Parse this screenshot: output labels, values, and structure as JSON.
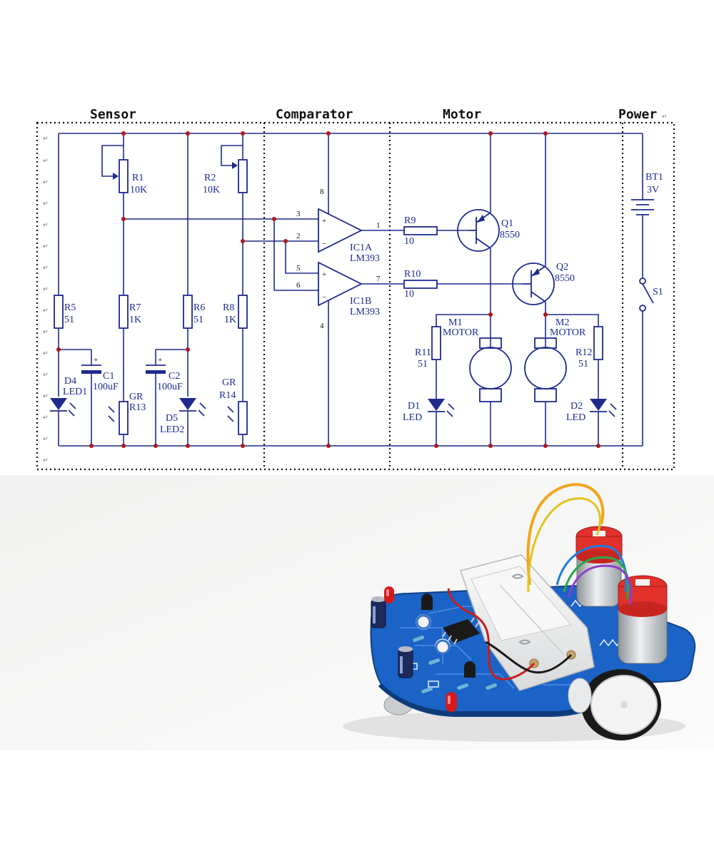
{
  "sections": {
    "sensor": "Sensor",
    "comparator": "Comparator",
    "motor": "Motor",
    "power": "Power"
  },
  "return_mark": "↵",
  "components": {
    "r1": {
      "ref": "R1",
      "value": "10K"
    },
    "r2": {
      "ref": "R2",
      "value": "10K"
    },
    "r5": {
      "ref": "R5",
      "value": "51"
    },
    "r6": {
      "ref": "R6",
      "value": "51"
    },
    "r7": {
      "ref": "R7",
      "value": "1K"
    },
    "r8": {
      "ref": "R8",
      "value": "1K"
    },
    "r9": {
      "ref": "R9",
      "value": "10"
    },
    "r10": {
      "ref": "R10",
      "value": "10"
    },
    "r11": {
      "ref": "R11",
      "value": "51"
    },
    "r12": {
      "ref": "R12",
      "value": "51"
    },
    "c1": {
      "ref": "C1",
      "value": "100uF"
    },
    "c2": {
      "ref": "C2",
      "value": "100uF"
    },
    "r13": {
      "ref": "R13",
      "type": "GR"
    },
    "r14": {
      "ref": "R14",
      "type": "GR"
    },
    "d4": {
      "ref": "D4",
      "value": "LED1"
    },
    "d5": {
      "ref": "D5",
      "value": "LED2"
    },
    "d1": {
      "ref": "D1",
      "value": "LED"
    },
    "d2": {
      "ref": "D2",
      "value": "LED"
    },
    "ic1a": {
      "ref": "IC1A",
      "value": "LM393"
    },
    "ic1b": {
      "ref": "IC1B",
      "value": "LM393"
    },
    "q1": {
      "ref": "Q1",
      "value": "8550"
    },
    "q2": {
      "ref": "Q2",
      "value": "8550"
    },
    "m1": {
      "ref": "M1",
      "value": "MOTOR"
    },
    "m2": {
      "ref": "M2",
      "value": "MOTOR"
    },
    "bt1": {
      "ref": "BT1",
      "value": "3V"
    },
    "s1": {
      "ref": "S1"
    }
  },
  "pins": {
    "p1": "1",
    "p2": "2",
    "p3": "3",
    "p4": "4",
    "p5": "5",
    "p6": "6",
    "p7": "7",
    "p8": "8",
    "plus": "+",
    "minus": "−",
    "cap_plus": "+"
  },
  "colors": {
    "wire": "#1e2a8c",
    "junction": "#b01818",
    "pcb": "#1b63c6",
    "led": "#d41a1a",
    "motor_cap": "#e2302b"
  }
}
